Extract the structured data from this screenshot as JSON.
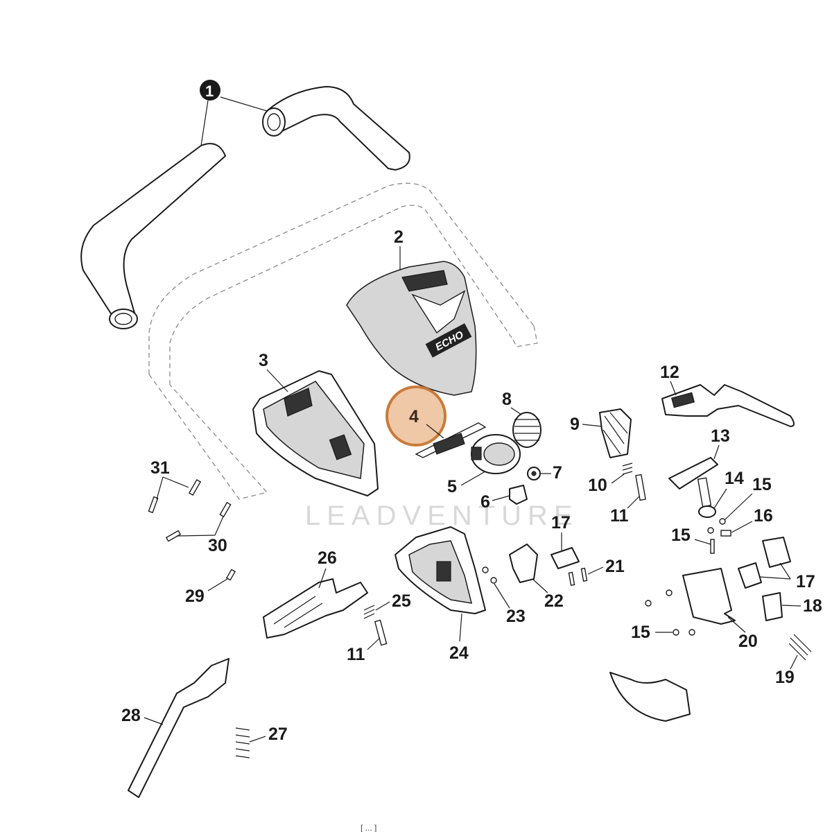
{
  "diagram": {
    "watermark_text": "LEADVENTURE",
    "brand_mark": "ECHO",
    "highlight_color": "#e9b58a",
    "highlight_border": "#c97a3a",
    "bottom_caption": "[ ... ]",
    "callouts": {
      "c1": "1",
      "c2": "2",
      "c3": "3",
      "c4": "4",
      "c5": "5",
      "c6": "6",
      "c7": "7",
      "c8": "8",
      "c9": "9",
      "c10": "10",
      "c11a": "11",
      "c11b": "11",
      "c12": "12",
      "c13": "13",
      "c14": "14",
      "c15a": "15",
      "c15b": "15",
      "c15c": "15",
      "c16": "16",
      "c17a": "17",
      "c17b": "17",
      "c18": "18",
      "c19": "19",
      "c20": "20",
      "c21": "21",
      "c22": "22",
      "c23": "23",
      "c24": "24",
      "c25": "25",
      "c26": "26",
      "c27": "27",
      "c28": "28",
      "c29": "29",
      "c30": "30",
      "c31": "31"
    }
  }
}
